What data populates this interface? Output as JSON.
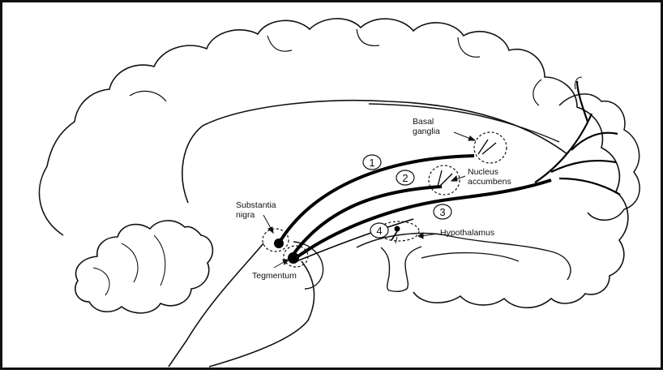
{
  "labels": {
    "basal_line1": "Basal",
    "basal_line2": "ganglia",
    "nucleus_line1": "Nucleus",
    "nucleus_line2": "accumbens",
    "substantia_line1": "Substantia",
    "substantia_line2": "nigra",
    "tegmentum": "Tegmentum",
    "hypothalamus": "Hypothalamus"
  },
  "pathways": [
    {
      "number": "1"
    },
    {
      "number": "2"
    },
    {
      "number": "3"
    },
    {
      "number": "4"
    }
  ],
  "colors": {
    "outline": "#111111",
    "pathway": "#000000",
    "background": "#ffffff"
  }
}
